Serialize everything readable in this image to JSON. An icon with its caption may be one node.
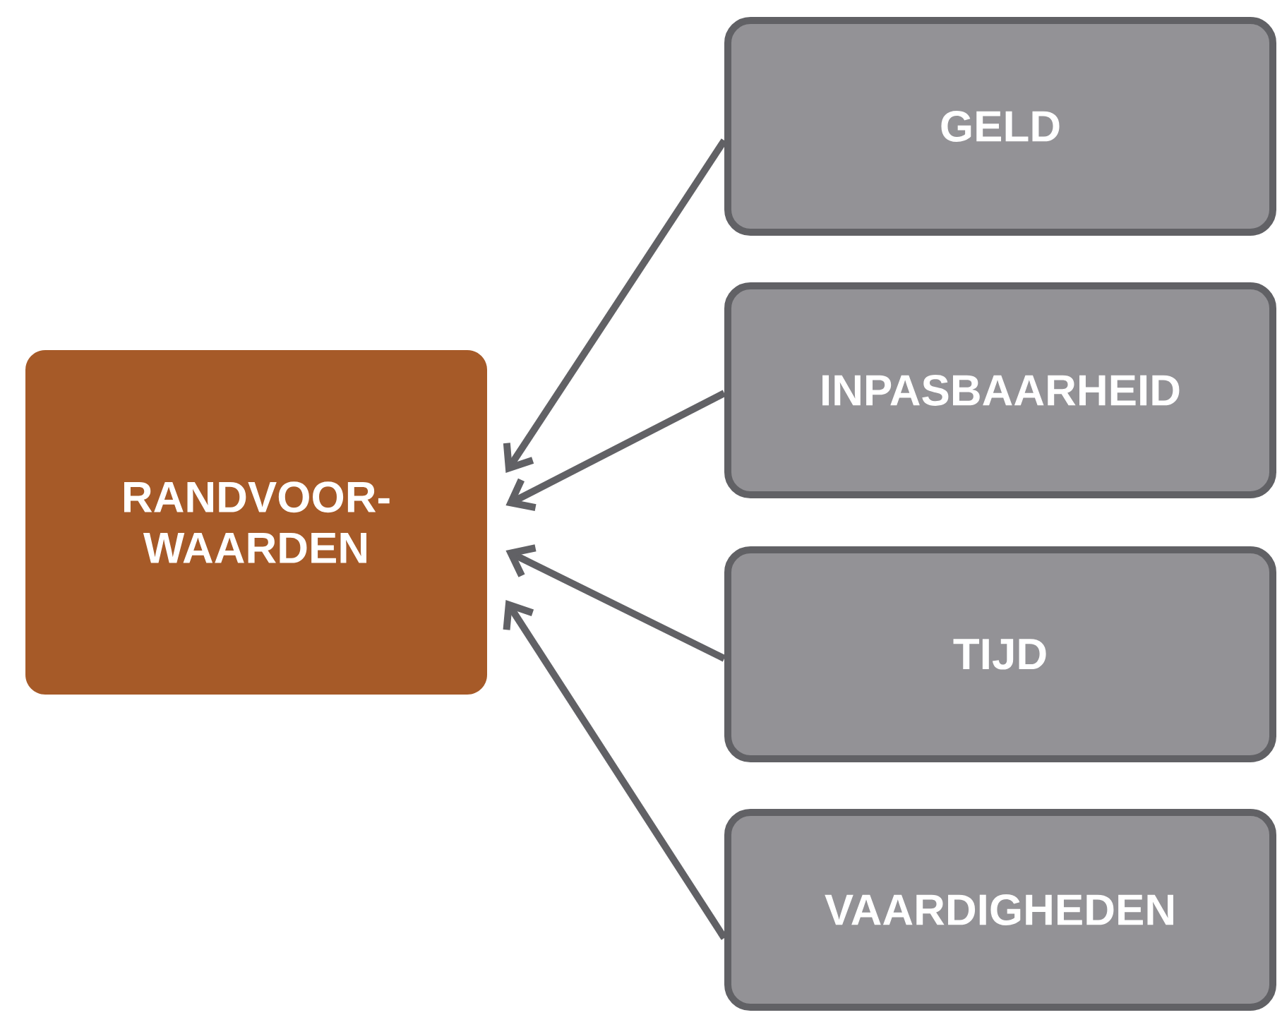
{
  "diagram": {
    "nodes": [
      {
        "text": [
          "RANDVOOR- WAARDEN"
        ]
      },
      {
        "text": [
          "GELD"
        ]
      },
      {
        "text": [
          "INPASBAARHEID"
        ]
      },
      {
        "text": [
          "TIJD"
        ]
      },
      {
        "text": [
          "VAARDIGHEDEN"
        ]
      }
    ],
    "edges": [
      {
        "from": 1,
        "to": 0,
        "arrow": "to"
      },
      {
        "from": 2,
        "to": 0,
        "arrow": "to"
      },
      {
        "from": 3,
        "to": 0,
        "arrow": "to"
      },
      {
        "from": 4,
        "to": 0,
        "arrow": "to"
      }
    ]
  }
}
